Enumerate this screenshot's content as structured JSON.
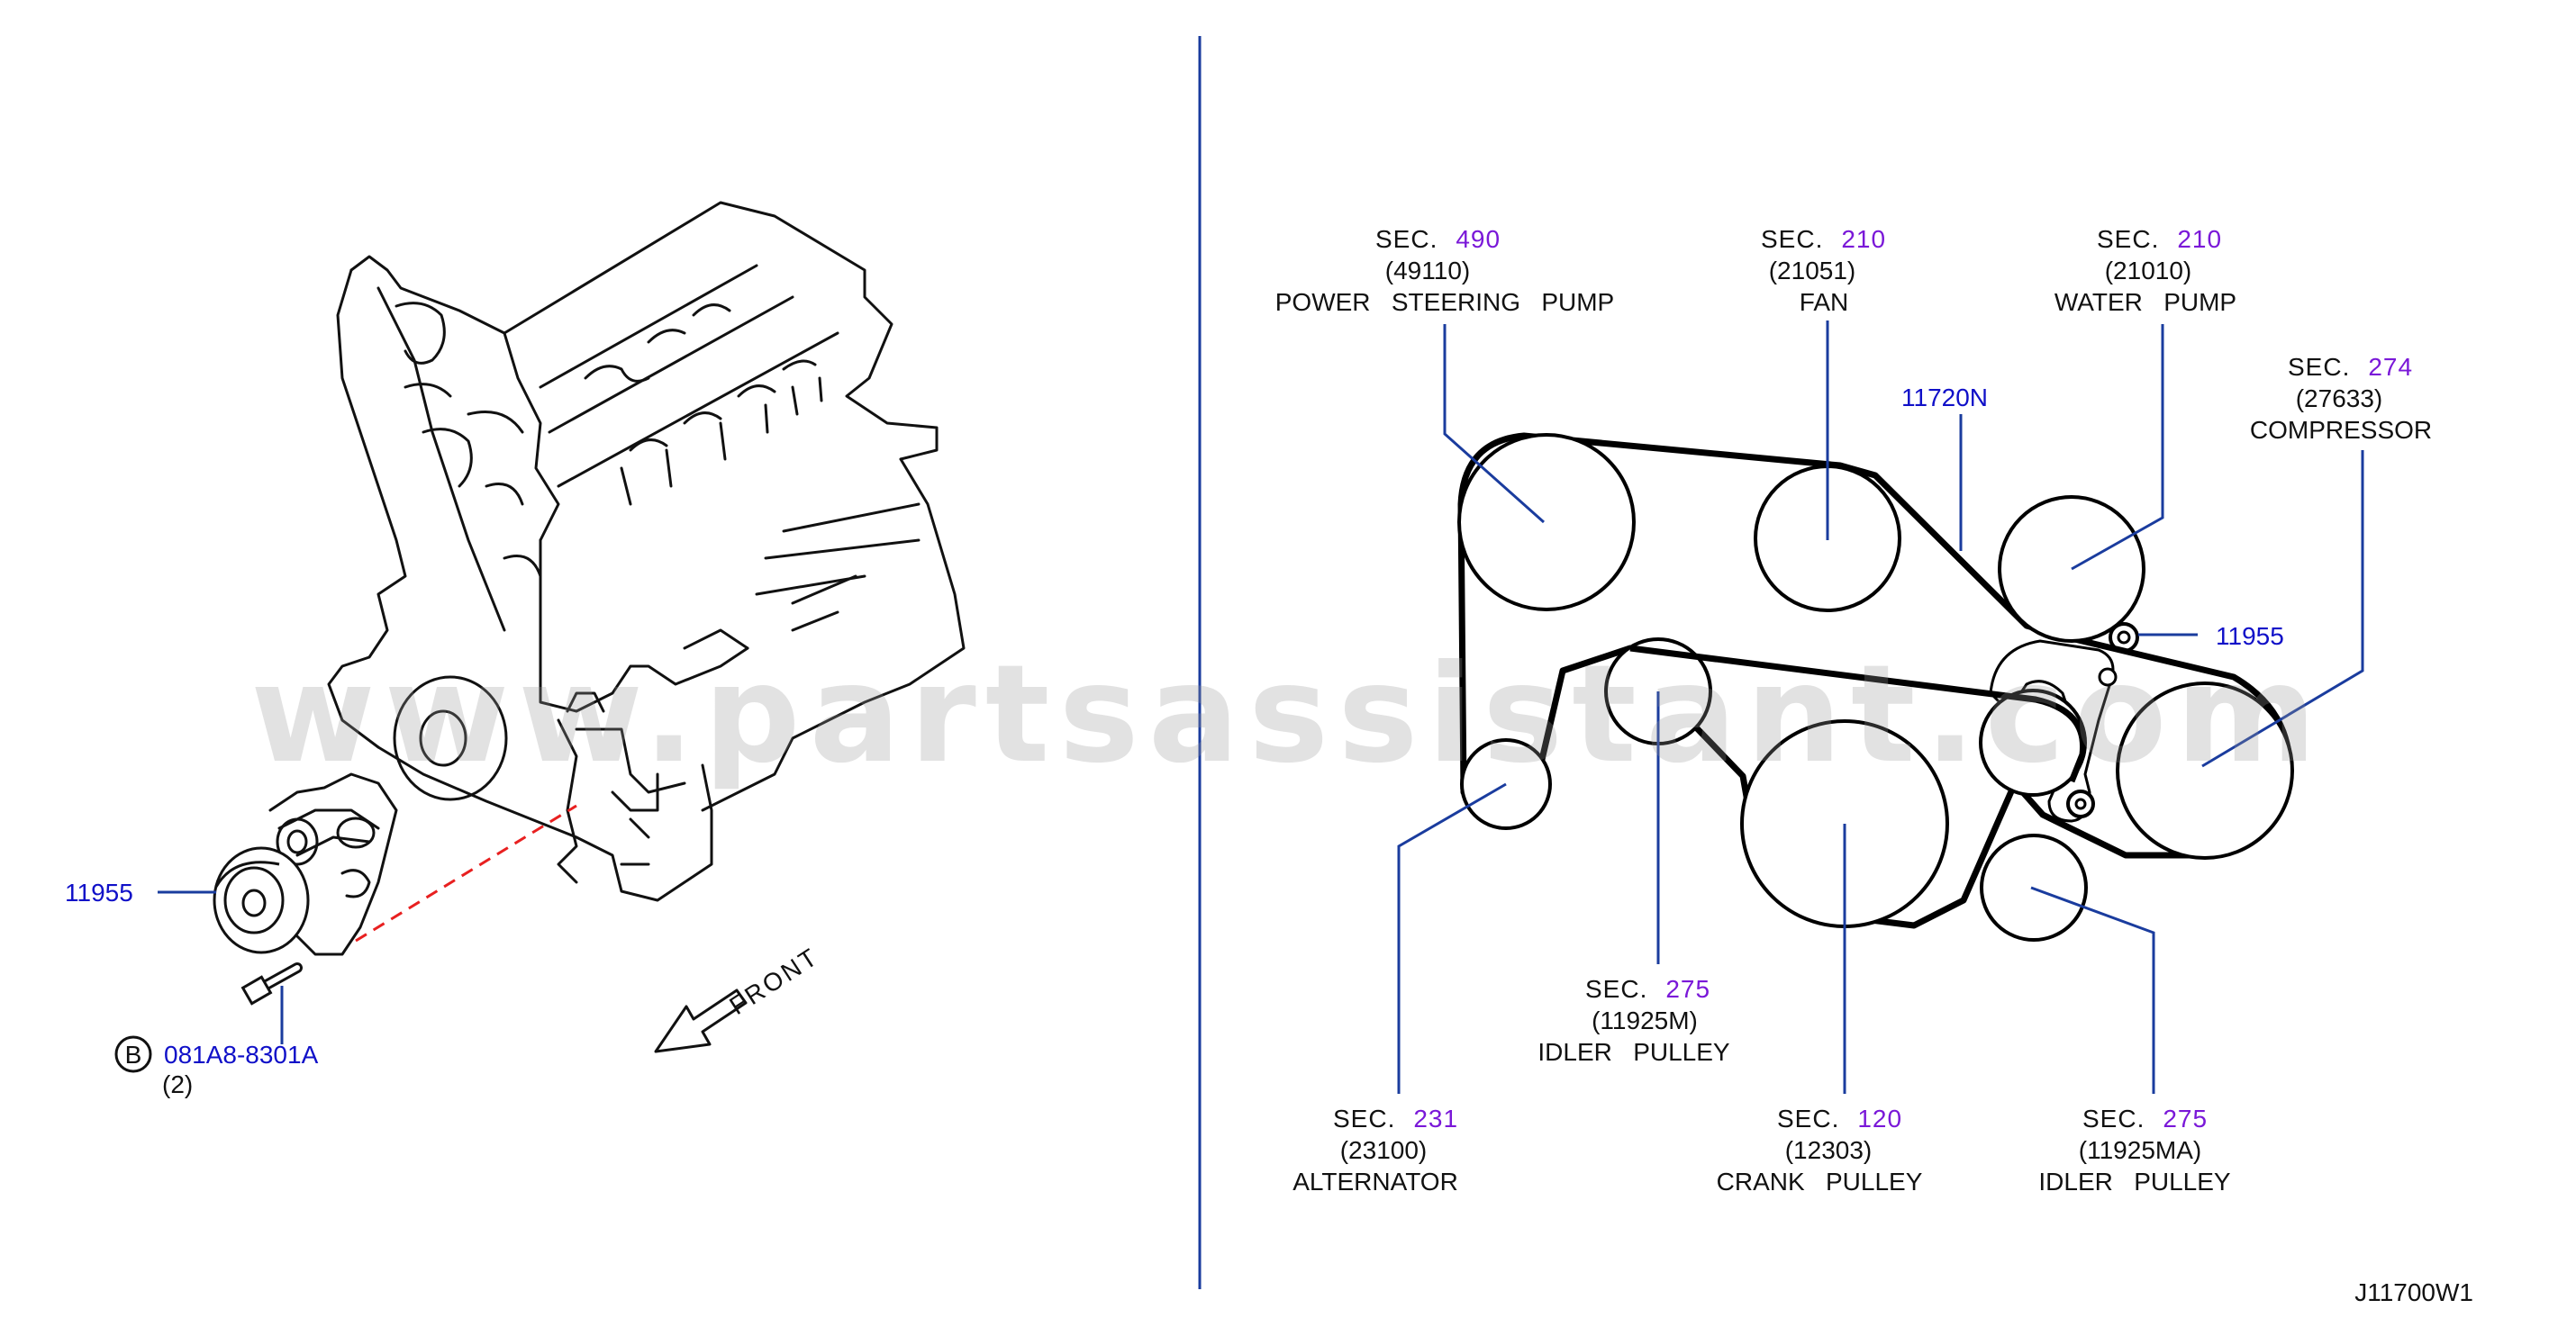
{
  "watermark": "www.partsassistant.com",
  "diagram_code": "J11700W1",
  "left": {
    "tensioner_part": "11955",
    "bolt_code": "B",
    "bolt_part": "081A8-8301A",
    "bolt_qty": "(2)",
    "front_label": "FRONT"
  },
  "right": {
    "belt_part": "11720N",
    "tensioner_part": "11955",
    "callouts": {
      "power_steering": {
        "sec": "SEC.",
        "sec_num": "490",
        "part": "(49110)",
        "name": "POWER   STEERING   PUMP"
      },
      "fan": {
        "sec": "SEC.",
        "sec_num": "210",
        "part": "(21051)",
        "name": "FAN"
      },
      "water_pump": {
        "sec": "SEC.",
        "sec_num": "210",
        "part": "(21010)",
        "name": "WATER   PUMP"
      },
      "compressor": {
        "sec": "SEC.",
        "sec_num": "274",
        "part": "(27633)",
        "name": "COMPRESSOR"
      },
      "idler_m": {
        "sec": "SEC.",
        "sec_num": "275",
        "part": "(11925M)",
        "name": "IDLER   PULLEY"
      },
      "alternator": {
        "sec": "SEC.",
        "sec_num": "231",
        "part": "(23100)",
        "name": "ALTERNATOR"
      },
      "crank": {
        "sec": "SEC.",
        "sec_num": "120",
        "part": "(12303)",
        "name": "CRANK   PULLEY"
      },
      "idler_ma": {
        "sec": "SEC.",
        "sec_num": "275",
        "part": "(11925MA)",
        "name": "IDLER   PULLEY"
      }
    }
  },
  "colors": {
    "part_number": "#1010c8",
    "section_number": "#7a18d8",
    "leader_line": "#1a3c9e",
    "divider": "#1a3c9e",
    "dashed_mount": "#e82020"
  }
}
